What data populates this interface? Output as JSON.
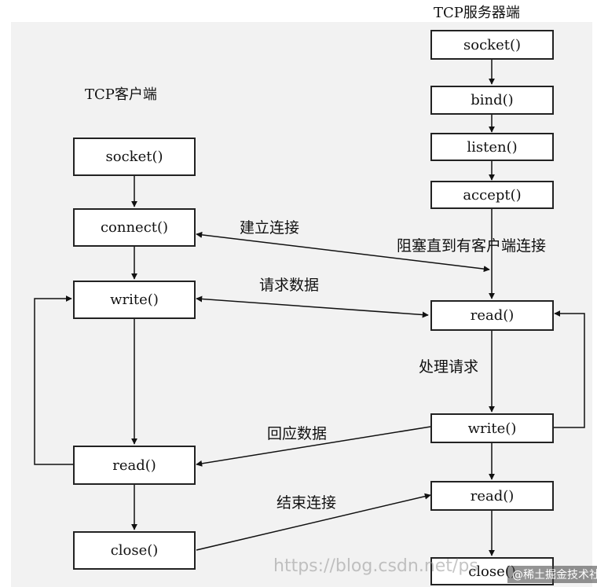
{
  "titles": {
    "server": "TCP服务器端",
    "client": "TCP客户端"
  },
  "client": {
    "socket": "socket()",
    "connect": "connect()",
    "write": "write()",
    "read": "read()",
    "close": "close()"
  },
  "server": {
    "socket": "socket()",
    "bind": "bind()",
    "listen": "listen()",
    "accept": "accept()",
    "read": "read()",
    "write": "write()",
    "read2": "read()",
    "close": "close()"
  },
  "edges": {
    "establish": "建立连接",
    "block": "阻塞直到有客户端连接",
    "request": "请求数据",
    "process": "处理请求",
    "reply": "回应数据",
    "finish": "结束连接"
  },
  "watermark": {
    "url": "https://blog.csdn.net/ps",
    "brand": "@稀土掘金技术社区"
  }
}
